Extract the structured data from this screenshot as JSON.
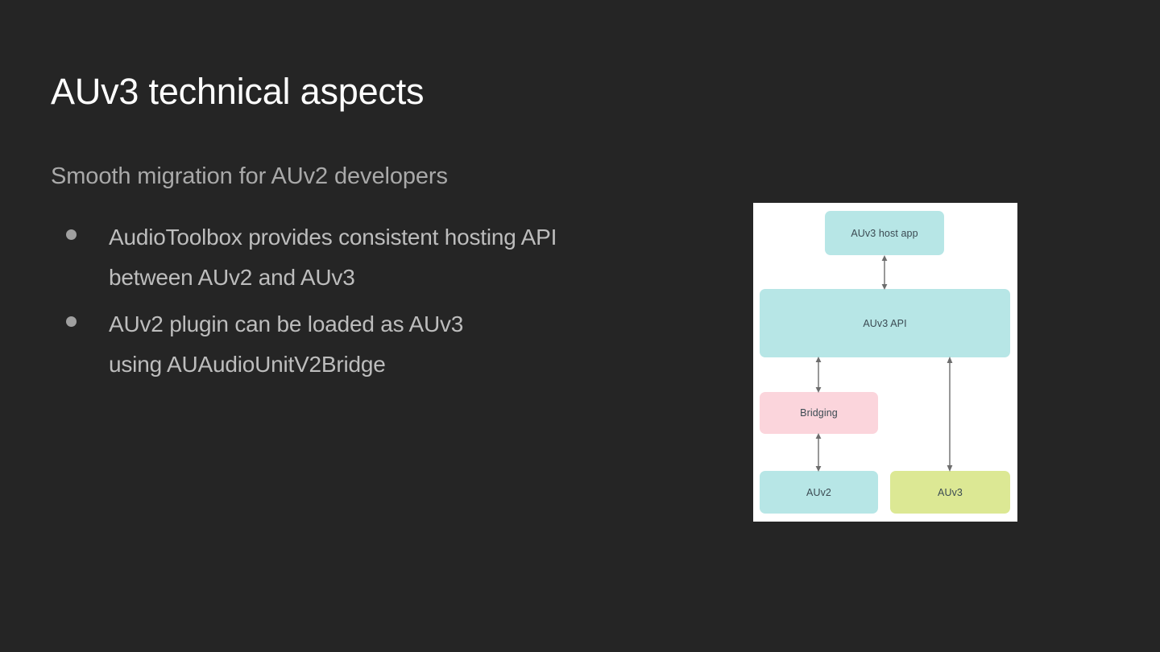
{
  "slide": {
    "background_color": "#252525",
    "title": "AUv3 technical aspects",
    "subtitle": "Smooth migration for AUv2 developers",
    "title_color": "#ffffff",
    "subtitle_color": "#a9a9a9",
    "body_color": "#bdbdbd"
  },
  "bullets": [
    {
      "marker": "bullet-dot",
      "text": "AudioToolbox provides consistent hosting API\n between AUv2 and AUv3"
    },
    {
      "marker": "bullet-dot",
      "text": "AUv2 plugin can be loaded as AUv3\nusing AUAudioUnitV2Bridge"
    }
  ],
  "diagram": {
    "name": "auv3-architecture-diagram",
    "panel_background": "#ffffff",
    "colors": {
      "cyan": "#b7e6e6",
      "pink": "#fbd5dc",
      "green": "#dce894",
      "text": "#3b4a52",
      "arrow": "#6d6d6d"
    },
    "boxes": [
      {
        "id": "host",
        "label": "AUv3 host app",
        "color": "#b7e6e6"
      },
      {
        "id": "api",
        "label": "AUv3 API",
        "color": "#b7e6e6"
      },
      {
        "id": "bridging",
        "label": "Bridging",
        "color": "#fbd5dc"
      },
      {
        "id": "auv2",
        "label": "AUv2",
        "color": "#b7e6e6"
      },
      {
        "id": "auv3",
        "label": "AUv3",
        "color": "#dce894"
      }
    ],
    "arrows": [
      {
        "id": "host-api",
        "from": "AUv3 host app",
        "to": "AUv3 API",
        "style": "double-headed"
      },
      {
        "id": "api-brg",
        "from": "AUv3 API",
        "to": "Bridging",
        "style": "double-headed"
      },
      {
        "id": "brg-auv2",
        "from": "Bridging",
        "to": "AUv2",
        "style": "double-headed"
      },
      {
        "id": "api-auv3",
        "from": "AUv3 API",
        "to": "AUv3",
        "style": "double-headed"
      }
    ]
  }
}
